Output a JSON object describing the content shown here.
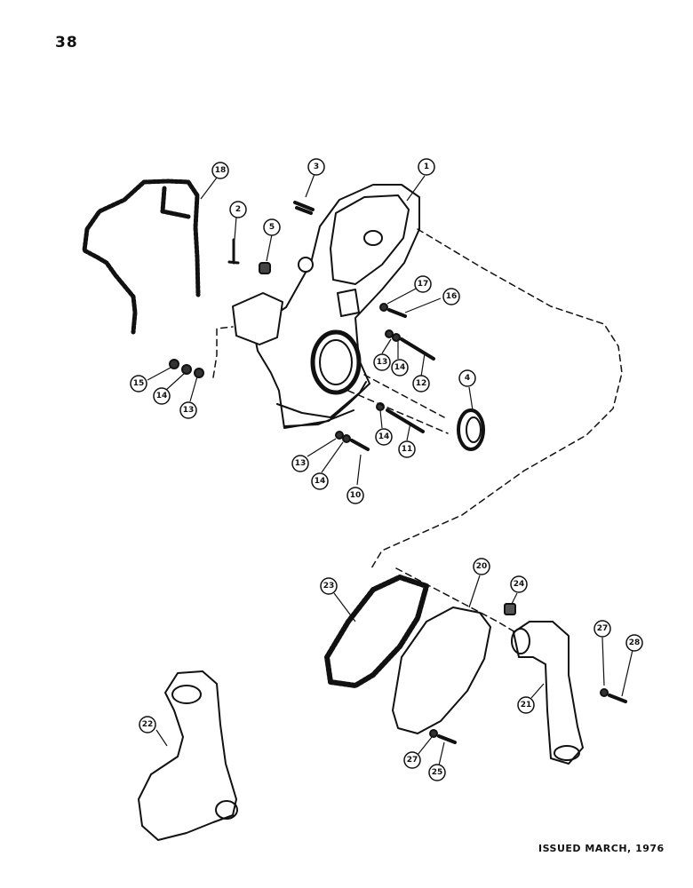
{
  "page": {
    "number": "38",
    "issued": "ISSUED MARCH, 1976"
  },
  "callouts": {
    "c1": "1",
    "c2": "2",
    "c3": "3",
    "c4": "4",
    "c5": "5",
    "c10": "10",
    "c11": "11",
    "c12": "12",
    "c13a": "13",
    "c13b": "13",
    "c13c": "13",
    "c14a": "14",
    "c14b": "14",
    "c14c": "14",
    "c14d": "14",
    "c15": "15",
    "c16": "16",
    "c17": "17",
    "c18": "18",
    "c20": "20",
    "c21": "21",
    "c22": "22",
    "c23": "23",
    "c24": "24",
    "c25": "25",
    "c27a": "27",
    "c27b": "27",
    "c28": "28"
  }
}
